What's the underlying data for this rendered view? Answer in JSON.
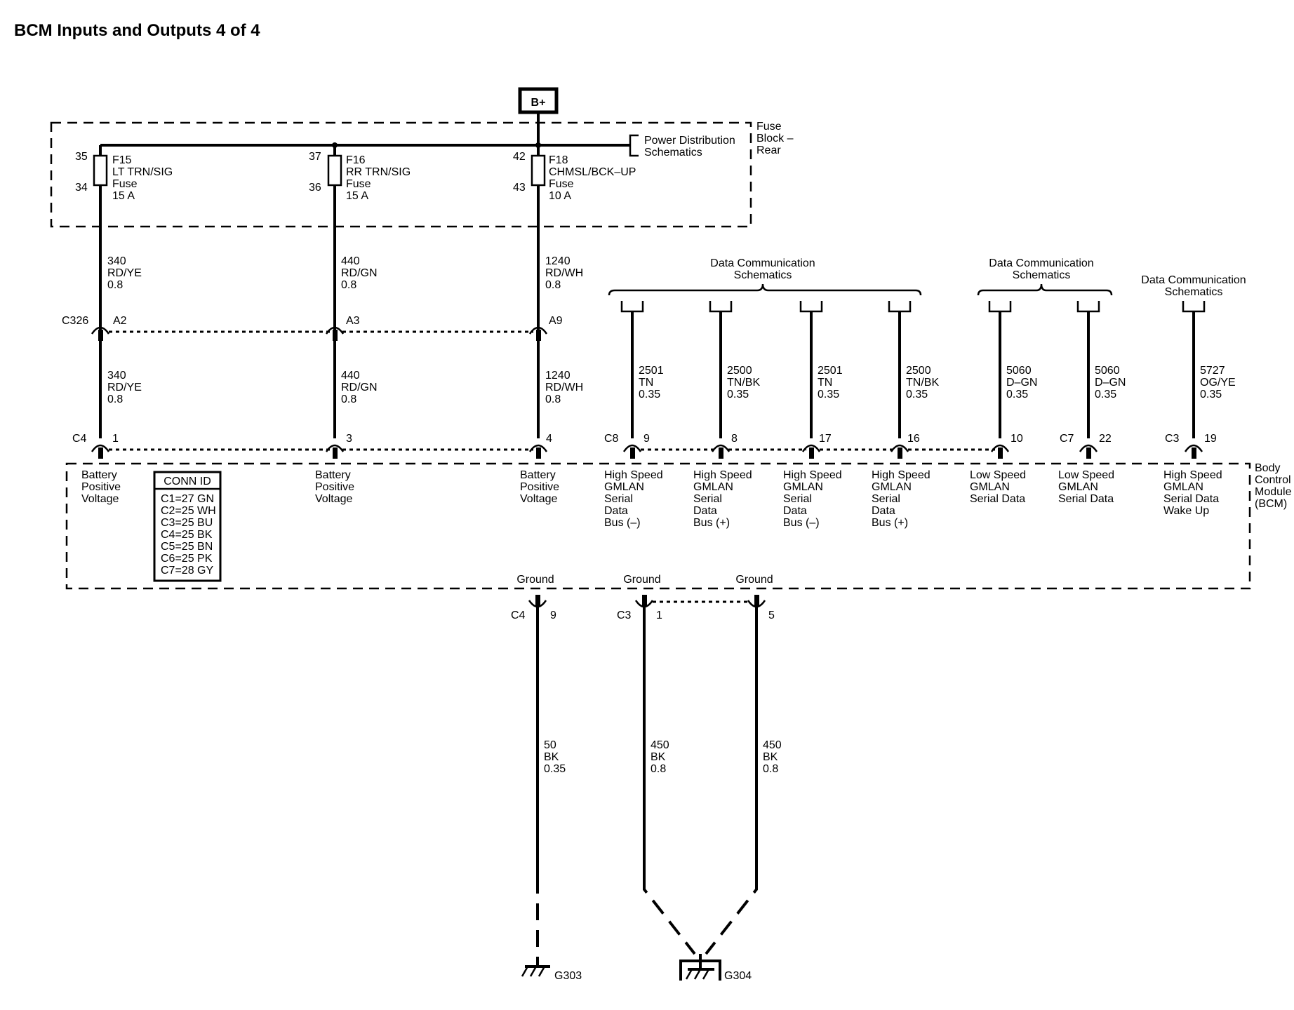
{
  "title": "BCM Inputs and Outputs 4 of 4",
  "bplus": "B+",
  "fuse_block": {
    "label": [
      "Fuse",
      "Block –",
      "Rear"
    ],
    "power_ref": [
      "Power Distribution",
      "Schematics"
    ],
    "fuses": [
      {
        "pin_top": "35",
        "pin_bottom": "34",
        "name": "F15",
        "circuit": "LT TRN/SIG",
        "type": "Fuse",
        "rating": "15 A"
      },
      {
        "pin_top": "37",
        "pin_bottom": "36",
        "name": "F16",
        "circuit": "RR TRN/SIG",
        "type": "Fuse",
        "rating": "15 A"
      },
      {
        "pin_top": "42",
        "pin_bottom": "43",
        "name": "F18",
        "circuit": "CHMSL/BCK–UP",
        "type": "Fuse",
        "rating": "10 A"
      }
    ]
  },
  "upper_wires": [
    {
      "circuit": "340",
      "color": "RD/YE",
      "gauge": "0.8"
    },
    {
      "circuit": "440",
      "color": "RD/GN",
      "gauge": "0.8"
    },
    {
      "circuit": "1240",
      "color": "RD/WH",
      "gauge": "0.8"
    }
  ],
  "connector_c326": {
    "name": "C326",
    "pins": [
      "A2",
      "A3",
      "A9"
    ]
  },
  "lower_wires": [
    {
      "circuit": "340",
      "color": "RD/YE",
      "gauge": "0.8"
    },
    {
      "circuit": "440",
      "color": "RD/GN",
      "gauge": "0.8"
    },
    {
      "circuit": "1240",
      "color": "RD/WH",
      "gauge": "0.8"
    }
  ],
  "data_comm_refs": [
    [
      "Data Communication",
      "Schematics"
    ],
    [
      "Data Communication",
      "Schematics"
    ],
    [
      "Data Communication",
      "Schematics"
    ]
  ],
  "data_wires": [
    {
      "circuit": "2501",
      "color": "TN",
      "gauge": "0.35"
    },
    {
      "circuit": "2500",
      "color": "TN/BK",
      "gauge": "0.35"
    },
    {
      "circuit": "2501",
      "color": "TN",
      "gauge": "0.35"
    },
    {
      "circuit": "2500",
      "color": "TN/BK",
      "gauge": "0.35"
    },
    {
      "circuit": "5060",
      "color": "D–GN",
      "gauge": "0.35"
    },
    {
      "circuit": "5060",
      "color": "D–GN",
      "gauge": "0.35"
    },
    {
      "circuit": "5727",
      "color": "OG/YE",
      "gauge": "0.35"
    }
  ],
  "bcm_connectors": {
    "c4": "C4",
    "c8": "C8",
    "c7": "C7",
    "c3": "C3",
    "pins": [
      "1",
      "3",
      "4",
      "9",
      "8",
      "17",
      "16",
      "10",
      "22",
      "19"
    ]
  },
  "bcm": {
    "label": [
      "Body",
      "Control",
      "Module",
      "(BCM)"
    ],
    "functions": [
      [
        "Battery",
        "Positive",
        "Voltage"
      ],
      [
        "Battery",
        "Positive",
        "Voltage"
      ],
      [
        "Battery",
        "Positive",
        "Voltage"
      ],
      [
        "High Speed",
        "GMLAN",
        "Serial",
        "Data",
        "Bus (–)"
      ],
      [
        "High Speed",
        "GMLAN",
        "Serial",
        "Data",
        "Bus (+)"
      ],
      [
        "High Speed",
        "GMLAN",
        "Serial",
        "Data",
        "Bus (–)"
      ],
      [
        "High Speed",
        "GMLAN",
        "Serial",
        "Data",
        "Bus (+)"
      ],
      [
        "Low Speed",
        "GMLAN",
        "Serial Data"
      ],
      [
        "Low Speed",
        "GMLAN",
        "Serial Data"
      ],
      [
        "High Speed",
        "GMLAN",
        "Serial Data",
        "Wake Up"
      ]
    ],
    "conn_id": {
      "header": "CONN ID",
      "rows": [
        "C1=27 GN",
        "C2=25 WH",
        "C3=25 BU",
        "C4=25 BK",
        "C5=25 BN",
        "C6=25 PK",
        "C7=28 GY"
      ]
    },
    "grounds": [
      "Ground",
      "Ground",
      "Ground"
    ]
  },
  "ground_connectors": {
    "c4": "C4",
    "c4_pin": "9",
    "c3": "C3",
    "c3_pin1": "1",
    "c3_pin2": "5"
  },
  "ground_wires": [
    {
      "circuit": "50",
      "color": "BK",
      "gauge": "0.35"
    },
    {
      "circuit": "450",
      "color": "BK",
      "gauge": "0.8"
    },
    {
      "circuit": "450",
      "color": "BK",
      "gauge": "0.8"
    }
  ],
  "ground_points": [
    "G303",
    "G304"
  ]
}
